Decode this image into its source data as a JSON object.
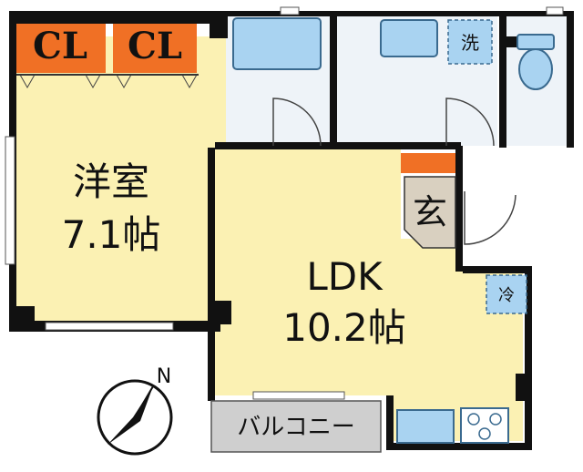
{
  "rooms": {
    "western_room": {
      "name": "洋室",
      "size": "7.1帖"
    },
    "ldk": {
      "name": "LDK",
      "size": "10.2帖"
    },
    "entrance": {
      "name": "玄"
    },
    "balcony": {
      "name": "バルコニー"
    },
    "closet_left": {
      "name": "CL"
    },
    "closet_right": {
      "name": "CL"
    },
    "washer": {
      "name": "洗"
    },
    "fridge": {
      "name": "冷"
    }
  },
  "compass": {
    "north": "N"
  },
  "colors": {
    "room_fill": "#fbf1b3",
    "wet_fill": "#eef3f8",
    "closet_fill": "#f07025",
    "wall": "#111111",
    "fixture_fill": "#a9d3f1",
    "balcony_fill": "#cfcfcf",
    "entrance_fill": "#d9d0c0"
  }
}
